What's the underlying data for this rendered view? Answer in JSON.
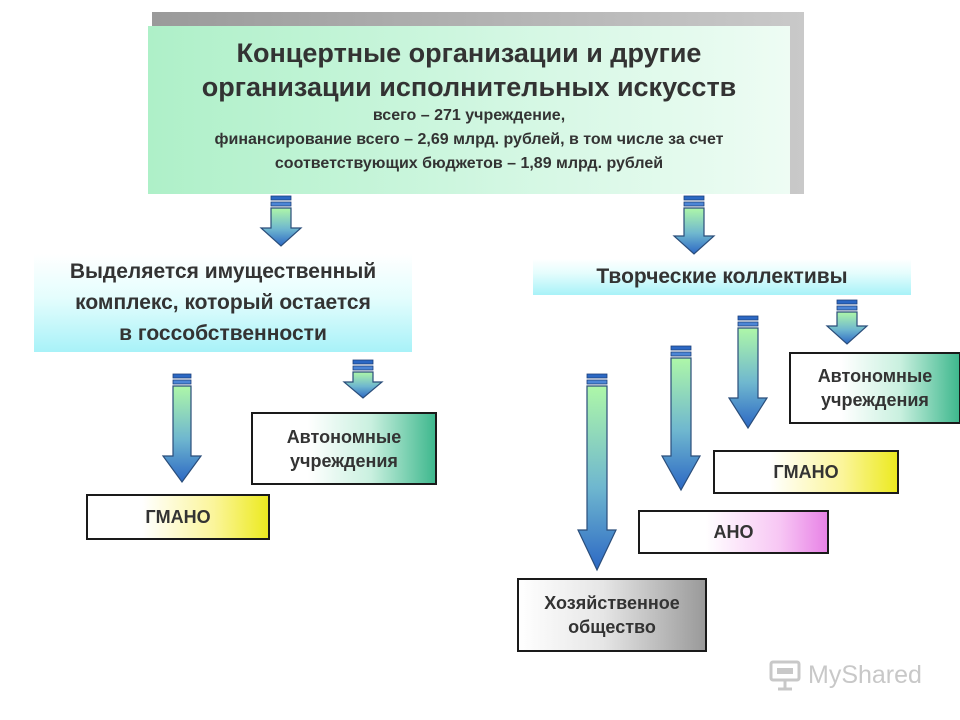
{
  "top": {
    "title_line1": "Концертные организации и другие",
    "title_line2": "организации исполнительных искусств",
    "sub_line1": "всего – 271 учреждение,",
    "sub_line2": "финансирование всего – 2,69 млрд. рублей, в том числе за счет",
    "sub_line3": "соответствующих бюджетов – 1,89 млрд. рублей"
  },
  "left": {
    "heading_line1": "Выделяется имущественный",
    "heading_line2": "комплекс, который остается",
    "heading_line3": "в госсобственности",
    "autonomous_line1": "Автономные",
    "autonomous_line2": "учреждения",
    "gmano": "ГМАНО"
  },
  "right": {
    "heading": "Творческие коллективы",
    "autonomous_line1": "Автономные",
    "autonomous_line2": "учреждения",
    "gmano": "ГМАНО",
    "ano": "АНО",
    "company_line1": "Хозяйственное",
    "company_line2": "общество"
  },
  "watermark": "MyShared",
  "colors": {
    "arrow_top": "#aef7a8",
    "arrow_bottom": "#2c68c4",
    "box_border": "#1a1a1a",
    "heading_cyan": "#a8f2f8"
  },
  "icons": [
    "down-arrow-icon",
    "presentation-board-icon"
  ]
}
